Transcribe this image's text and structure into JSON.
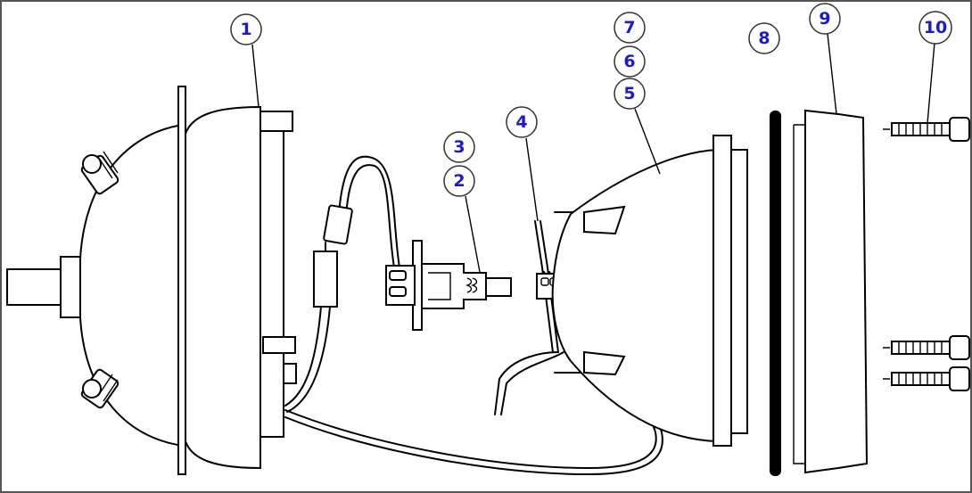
{
  "colors": {
    "callout_text": "#1a1ad6",
    "line": "#000000",
    "border": "#555555",
    "background": "#ffffff"
  },
  "callouts": [
    {
      "id": "1",
      "label": "1"
    },
    {
      "id": "2",
      "label": "2"
    },
    {
      "id": "3",
      "label": "3"
    },
    {
      "id": "4",
      "label": "4"
    },
    {
      "id": "5",
      "label": "5"
    },
    {
      "id": "6",
      "label": "6"
    },
    {
      "id": "7",
      "label": "7"
    },
    {
      "id": "8",
      "label": "8"
    },
    {
      "id": "9",
      "label": "9"
    },
    {
      "id": "10",
      "label": "10"
    }
  ]
}
